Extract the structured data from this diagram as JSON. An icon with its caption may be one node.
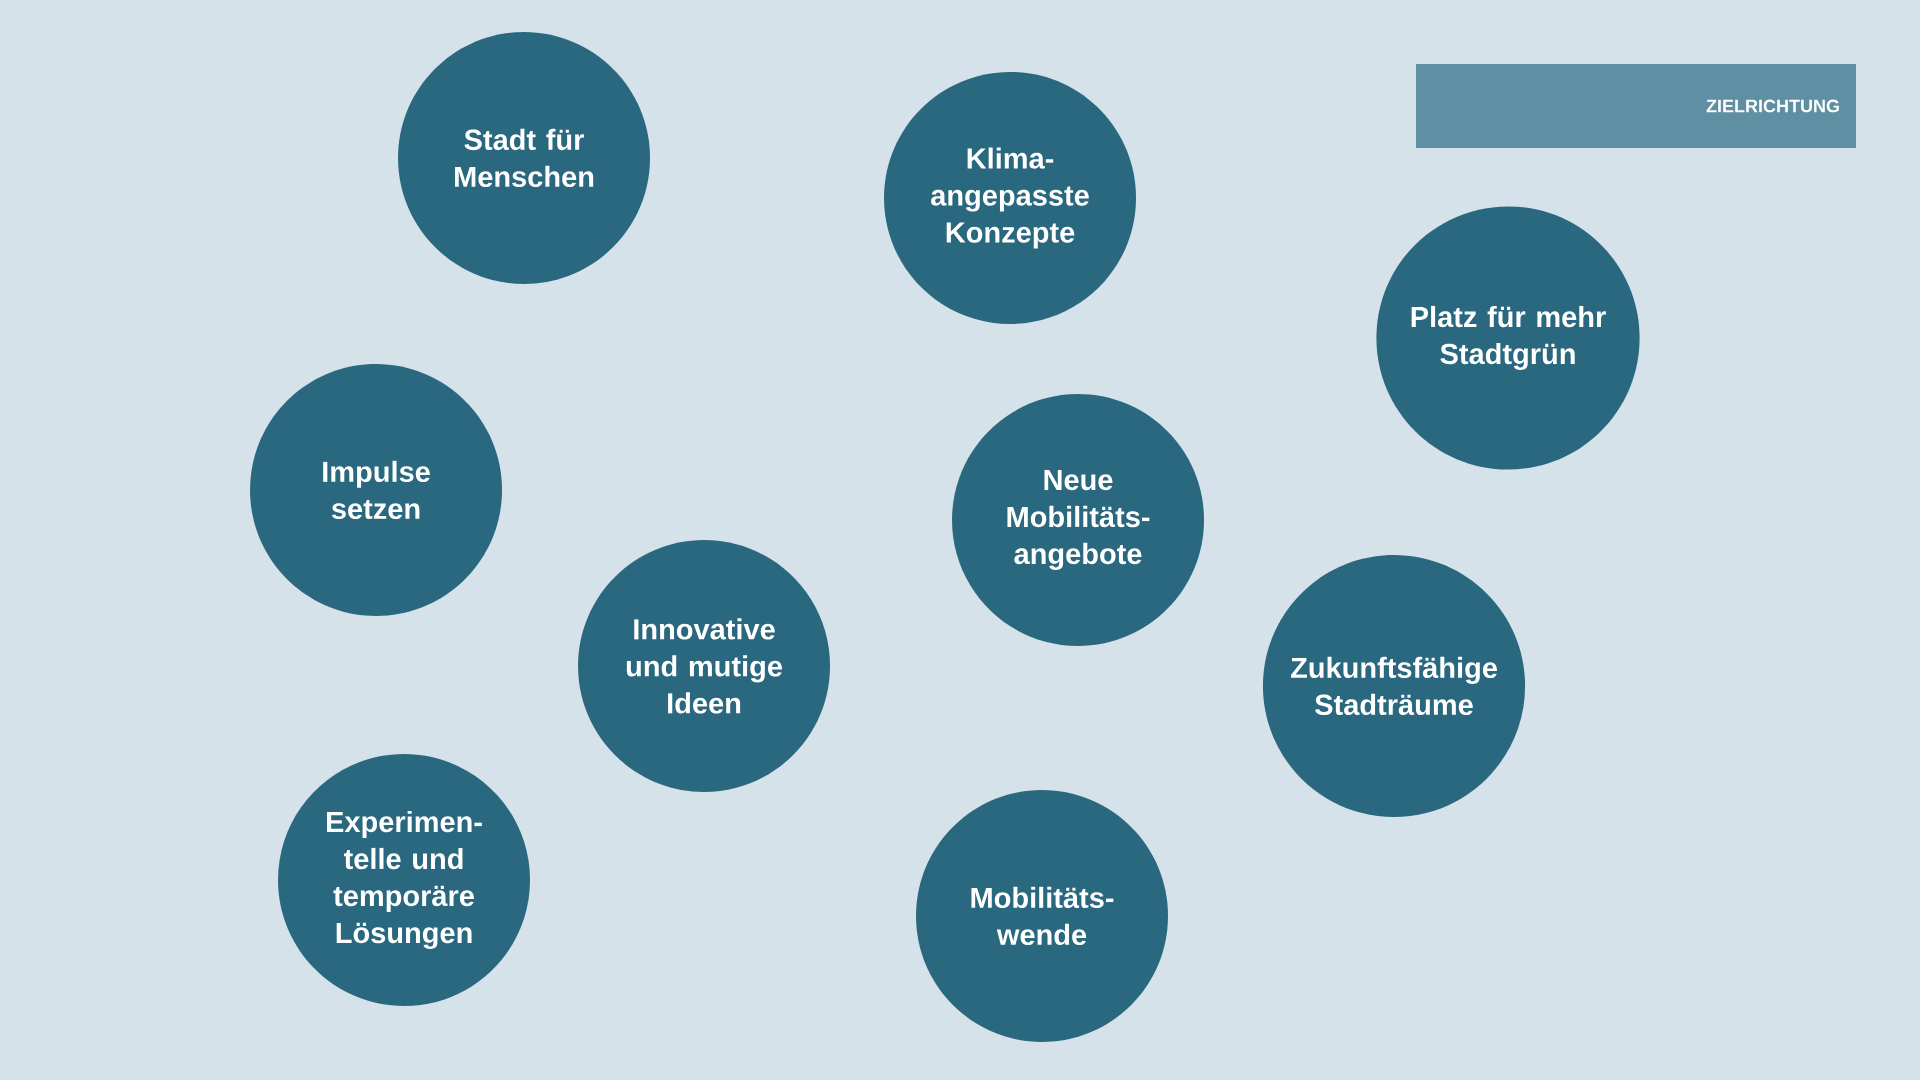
{
  "diagram": {
    "title": "ZIELRICHTUNG",
    "nodes": [
      {
        "text": [
          "Stadt für Menschen"
        ]
      },
      {
        "text": [
          "Klima-angepasste Konzepte"
        ]
      },
      {
        "text": [
          "Platz für mehr Stadtgrün"
        ]
      },
      {
        "text": [
          "Impulse setzen"
        ]
      },
      {
        "text": [
          "Neue Mobilitäts-angebote"
        ]
      },
      {
        "text": [
          "Innovative und mutige Ideen"
        ]
      },
      {
        "text": [
          "Zukunftsfähige Stadträume"
        ]
      },
      {
        "text": [
          "Experimen-telle und temporäre Lösungen"
        ]
      },
      {
        "text": [
          "Mobilitäts-wende"
        ]
      }
    ]
  }
}
